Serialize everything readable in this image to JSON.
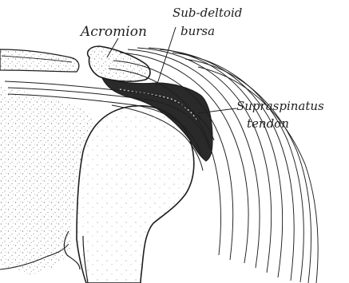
{
  "labels": {
    "acromion": "Acromion",
    "subdeltoid_line1": "Sub-deltoid",
    "subdeltoid_line2": "bursa",
    "supraspinatus_line1": "Supraspinatus",
    "supraspinatus_line2": "tendon"
  },
  "colors": {
    "ink": "#1e1e1e",
    "bursa_fill": "#2a2a2a",
    "stipple": "#8a8a8a",
    "background": "#ffffff"
  }
}
